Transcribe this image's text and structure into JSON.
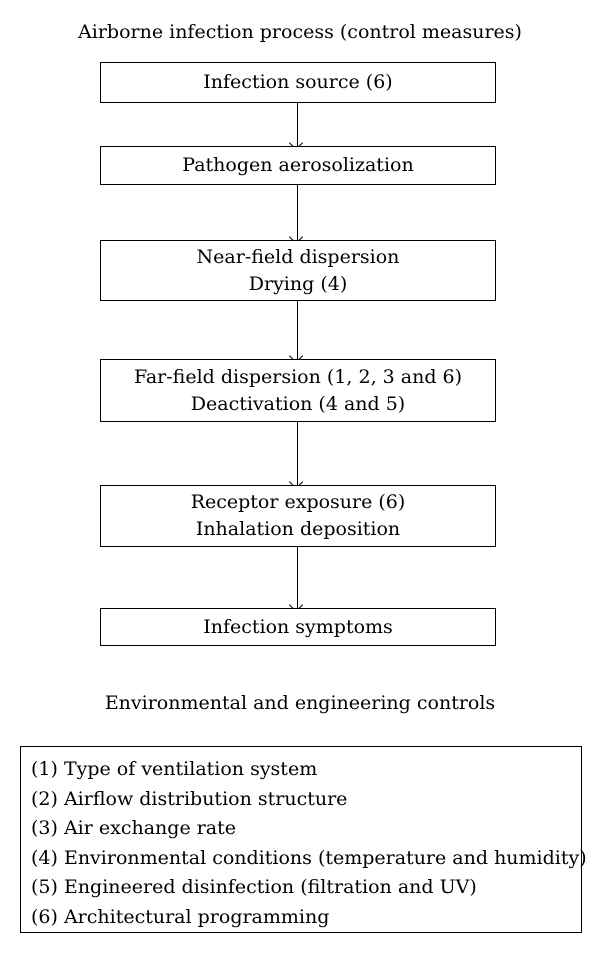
{
  "flow_title": "Airborne infection process (control measures)",
  "steps": [
    {
      "lines": [
        "Infection source (6)"
      ]
    },
    {
      "lines": [
        "Pathogen aerosolization"
      ]
    },
    {
      "lines": [
        "Near-field dispersion",
        "Drying (4)"
      ]
    },
    {
      "lines": [
        "Far-field dispersion (1, 2, 3 and 6)",
        "Deactivation (4 and 5)"
      ]
    },
    {
      "lines": [
        "Receptor exposure (6)",
        "Inhalation deposition"
      ]
    },
    {
      "lines": [
        "Infection symptoms"
      ]
    }
  ],
  "controls_title": "Environmental and engineering controls",
  "controls": [
    "(1) Type of ventilation system",
    "(2) Airflow distribution structure",
    "(3) Air exchange rate",
    "(4) Environmental conditions (temperature and humidity)",
    "(5) Engineered disinfection (filtration and UV)",
    "(6) Architectural programming"
  ]
}
